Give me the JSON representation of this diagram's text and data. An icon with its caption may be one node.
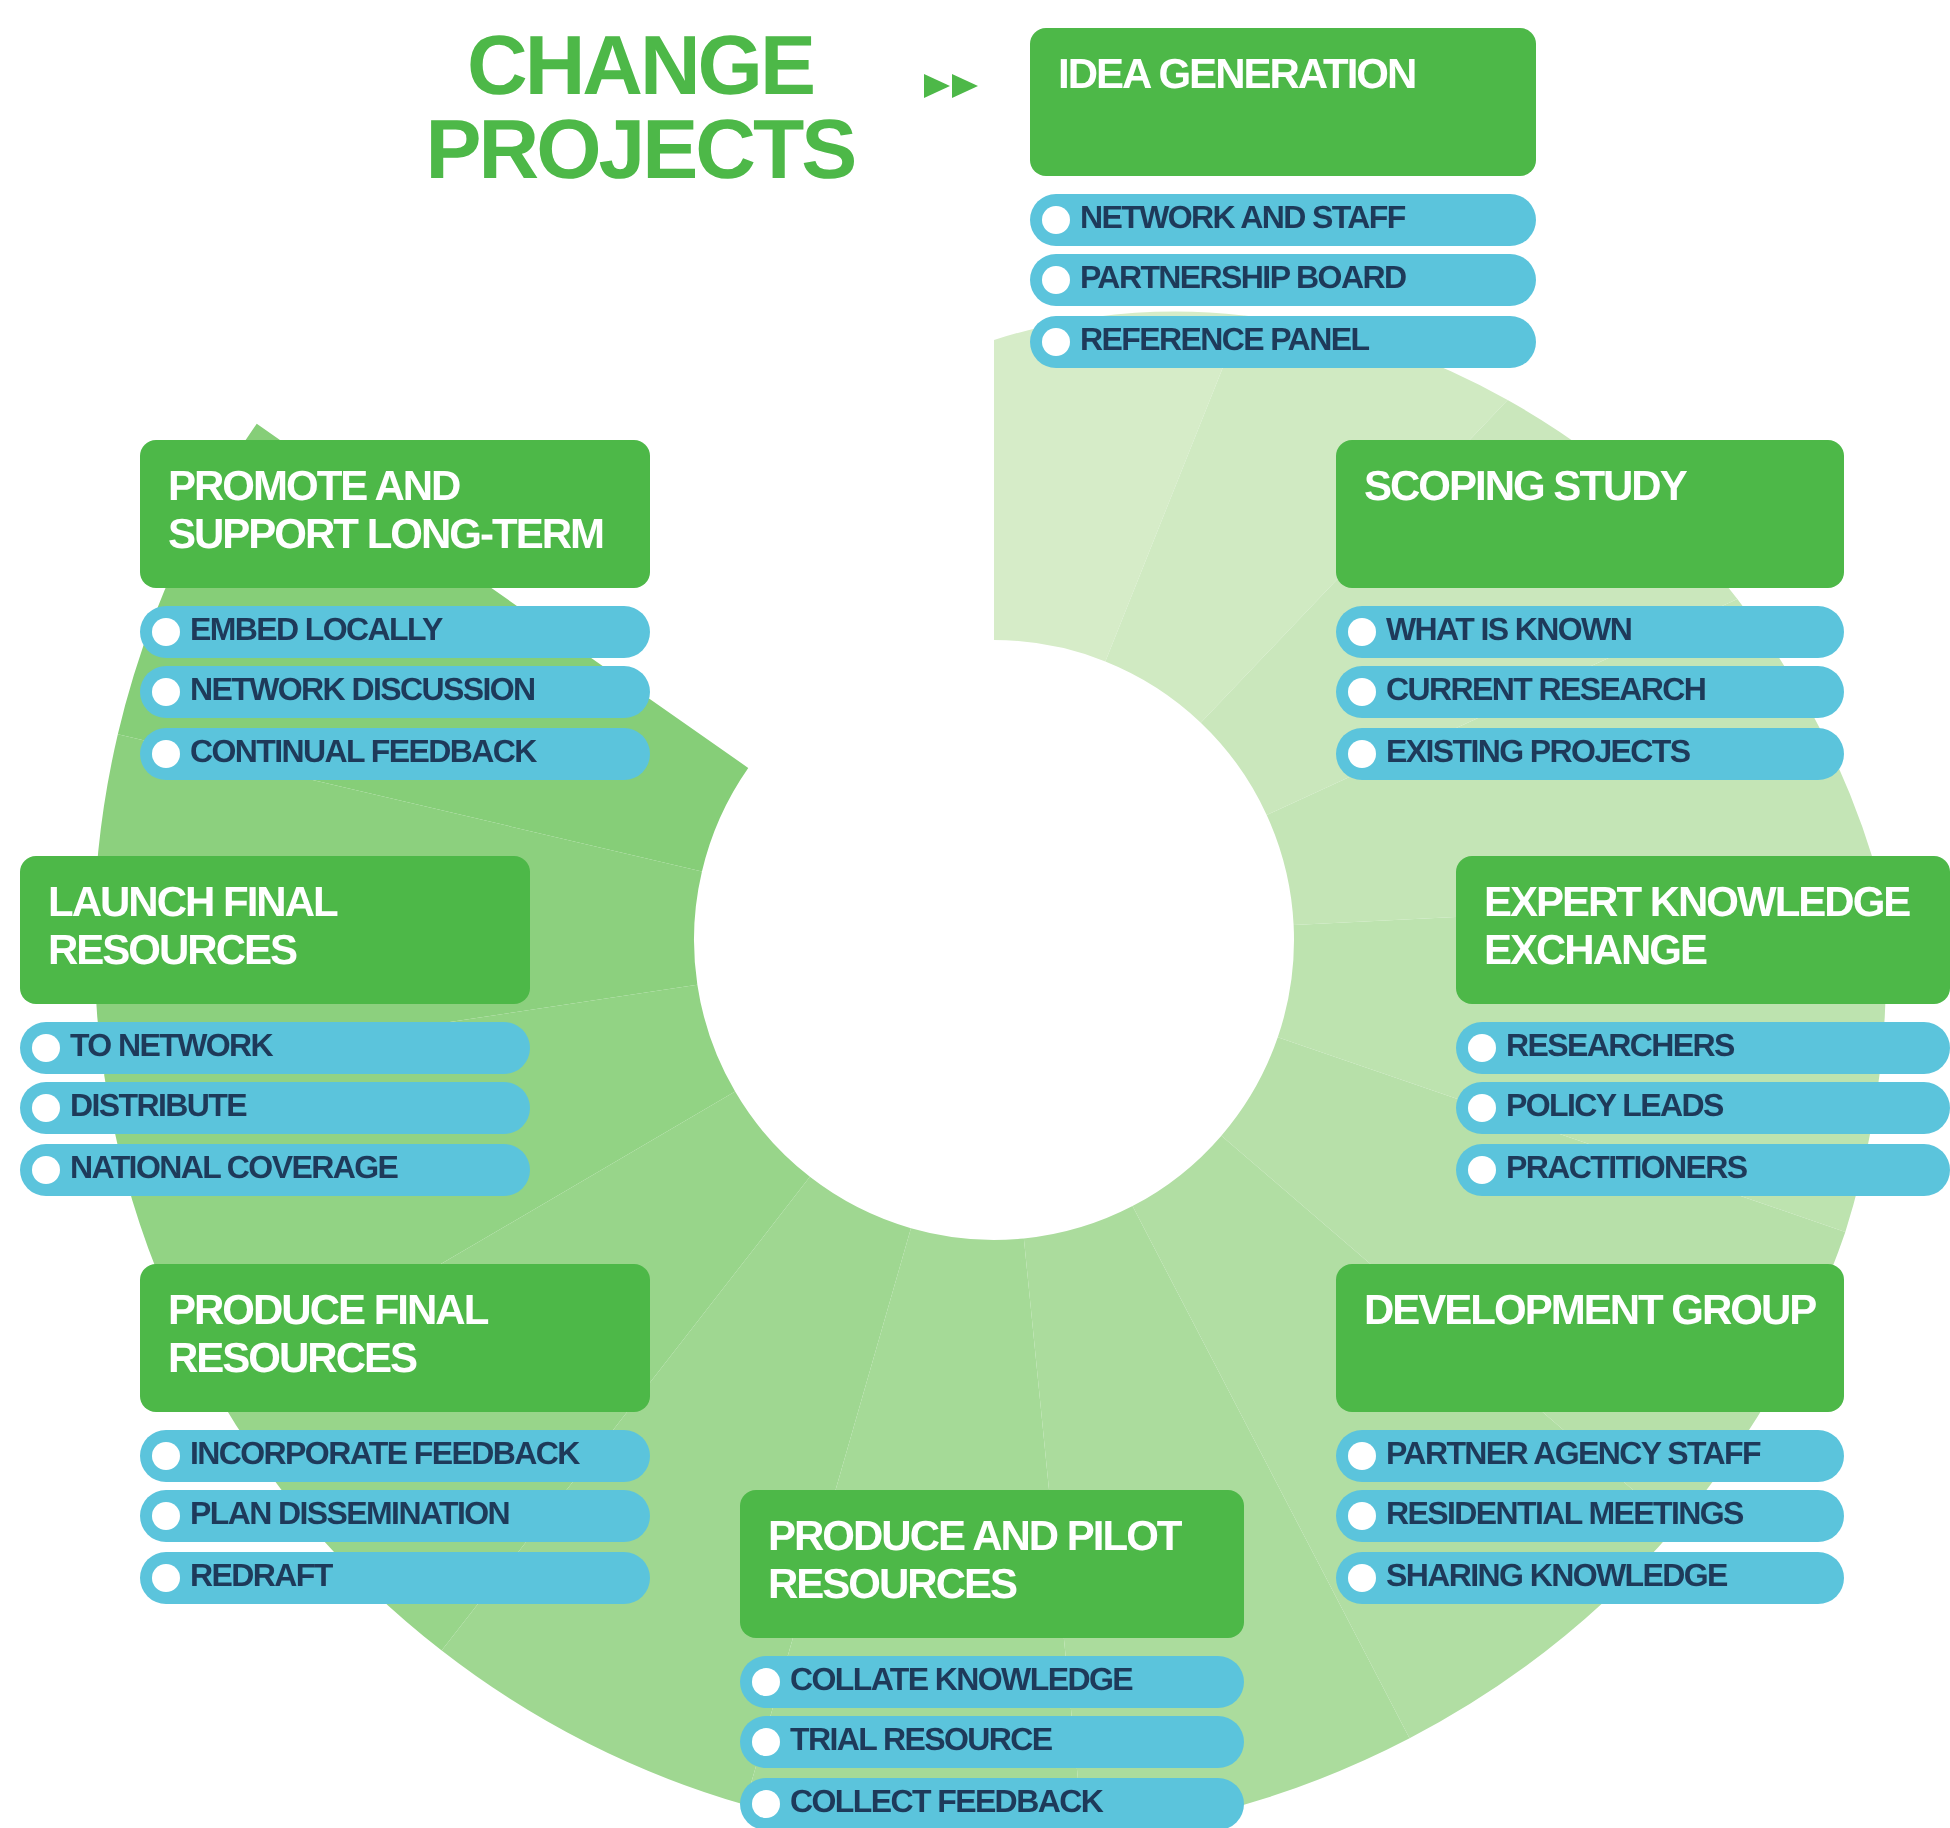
{
  "diagram": {
    "title": "CHANGE PROJECTS",
    "nodes": [
      {
        "text": [
          "IDEA GENERATION"
        ]
      },
      {
        "text": [
          "NETWORK AND STAFF"
        ]
      },
      {
        "text": [
          "PARTNERSHIP BOARD"
        ]
      },
      {
        "text": [
          "REFERENCE PANEL"
        ]
      },
      {
        "text": [
          "SCOPING STUDY"
        ]
      },
      {
        "text": [
          "WHAT IS KNOWN"
        ]
      },
      {
        "text": [
          "CURRENT RESEARCH"
        ]
      },
      {
        "text": [
          "EXISTING PROJECTS"
        ]
      },
      {
        "text": [
          "EXPERT KNOWLEDGE EXCHANGE"
        ]
      },
      {
        "text": [
          "RESEARCHERS"
        ]
      },
      {
        "text": [
          "POLICY LEADS"
        ]
      },
      {
        "text": [
          "PRACTITIONERS"
        ]
      },
      {
        "text": [
          "DEVELOPMENT GROUP"
        ]
      },
      {
        "text": [
          "PARTNER AGENCY STAFF"
        ]
      },
      {
        "text": [
          "RESIDENTIAL MEETINGS"
        ]
      },
      {
        "text": [
          "SHARING KNOWLEDGE"
        ]
      },
      {
        "text": [
          "PRODUCE AND PILOT RESOURCES"
        ]
      },
      {
        "text": [
          "COLLATE KNOWLEDGE"
        ]
      },
      {
        "text": [
          "TRIAL RESOURCE"
        ]
      },
      {
        "text": [
          "COLLECT FEEDBACK"
        ]
      },
      {
        "text": [
          "PRODUCE FINAL RESOURCES"
        ]
      },
      {
        "text": [
          "INCORPORATE FEEDBACK"
        ]
      },
      {
        "text": [
          "PLAN DISSEMINATION"
        ]
      },
      {
        "text": [
          "REDRAFT"
        ]
      },
      {
        "text": [
          "LAUNCH FINAL RESOURCES"
        ]
      },
      {
        "text": [
          "TO NETWORK"
        ]
      },
      {
        "text": [
          "DISTRIBUTE"
        ]
      },
      {
        "text": [
          "NATIONAL COVERAGE"
        ]
      },
      {
        "text": [
          "PROMOTE AND SUPPORT LONG-TERM"
        ]
      },
      {
        "text": [
          "EMBED LOCALLY"
        ]
      },
      {
        "text": [
          "NETWORK DISCUSSION"
        ]
      },
      {
        "text": [
          "CONTINUAL FEEDBACK"
        ]
      }
    ]
  }
}
